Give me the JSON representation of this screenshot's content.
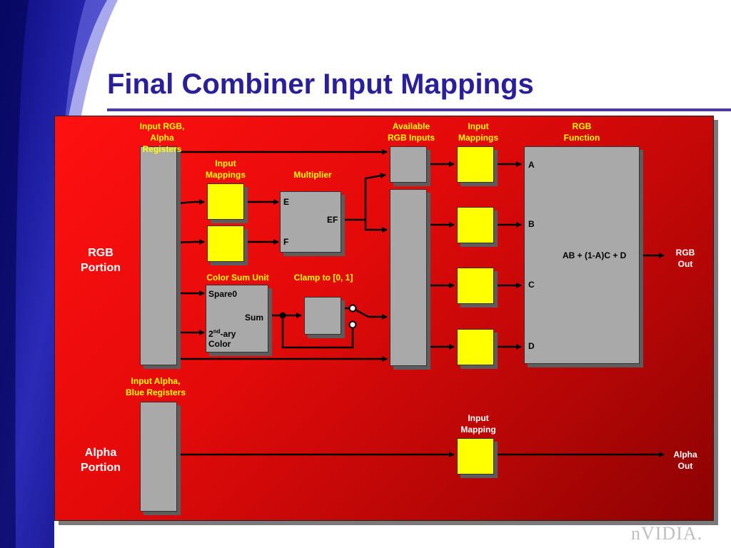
{
  "title": "Final Combiner Input Mappings",
  "sections": {
    "rgb_portion": "RGB\nPortion",
    "alpha_portion": "Alpha\nPortion"
  },
  "labels": {
    "input_rgb_alpha": "Input RGB,\nAlpha\nRegisters",
    "input_mappings_left": "Input\nMappings",
    "multiplier": "Multiplier",
    "available_rgb_inputs": "Available\nRGB Inputs",
    "input_mappings_right": "Input\nMappings",
    "rgb_function": "RGB\nFunction",
    "color_sum_unit": "Color Sum Unit",
    "clamp": "Clamp to [0, 1]",
    "input_alpha_blue": "Input Alpha,\nBlue Registers",
    "input_mapping_alpha": "Input\nMapping",
    "rgb_out": "RGB\nOut",
    "alpha_out": "Alpha\nOut"
  },
  "multiplier_box": {
    "e": "E",
    "f": "F",
    "ef": "EF"
  },
  "color_sum_box": {
    "spare0": "Spare0",
    "sum": "Sum",
    "secondary_base": "2",
    "secondary_sup": "nd",
    "secondary_rest": "-ary",
    "color": "Color"
  },
  "rgb_function_box": {
    "a": "A",
    "b": "B",
    "c": "C",
    "d": "D",
    "formula": "AB + (1-A)C + D"
  },
  "logo": "nVIDIA."
}
